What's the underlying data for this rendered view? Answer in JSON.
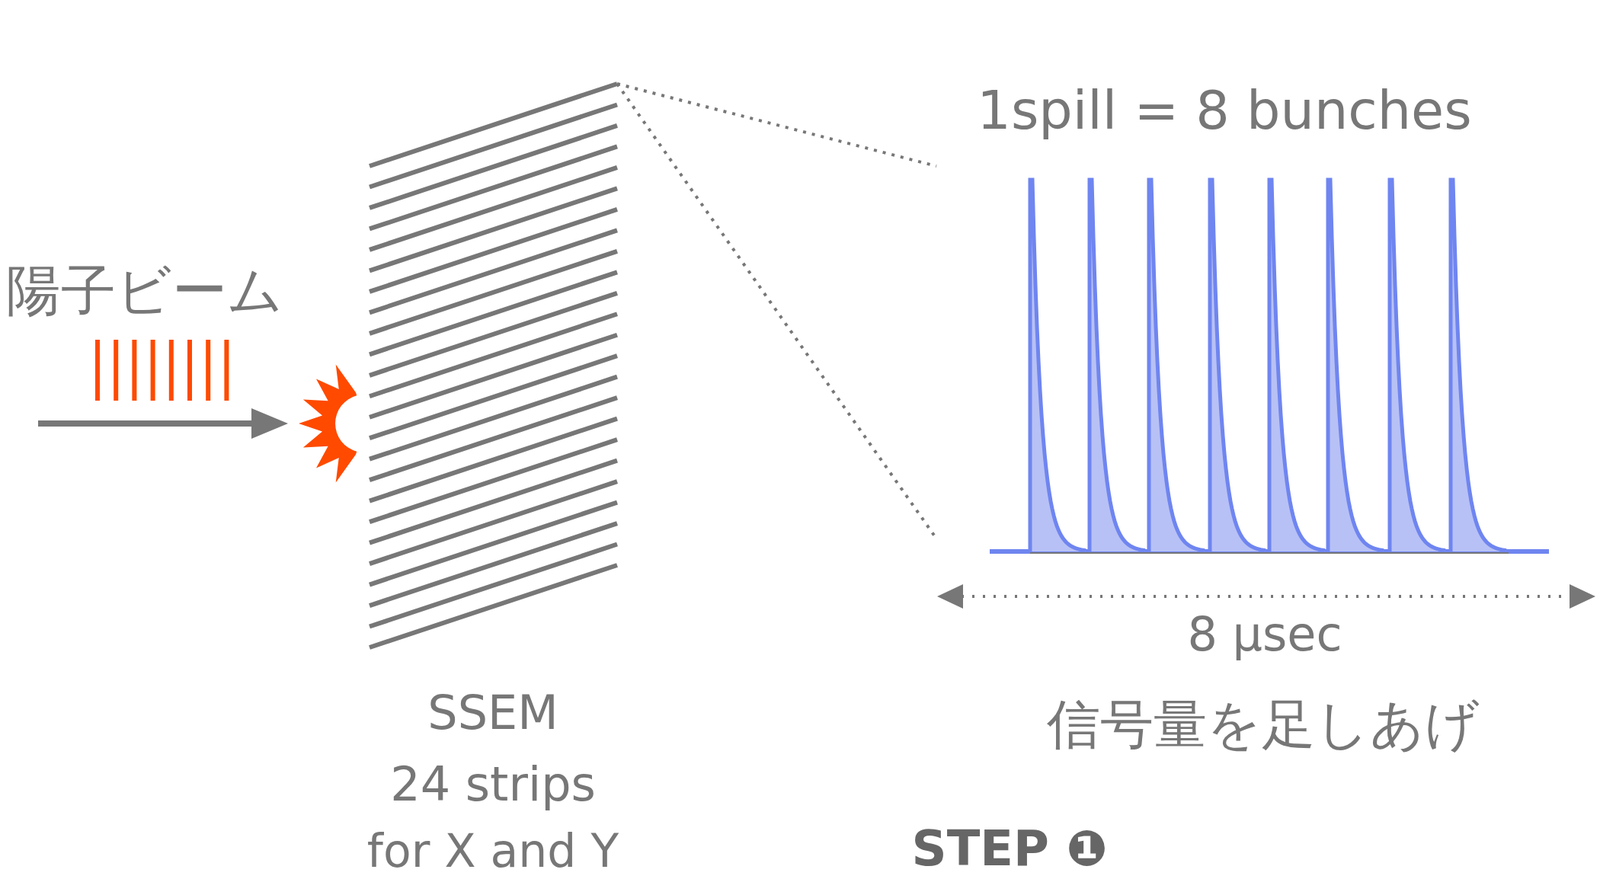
{
  "diagram": {
    "labels": [
      "陽子ビーム",
      "SSEM",
      "24 strips",
      "for X and Y",
      "1spill = 8 bunches",
      "8 µsec",
      "信号量を足しあげ",
      "STEP ❶"
    ]
  }
}
